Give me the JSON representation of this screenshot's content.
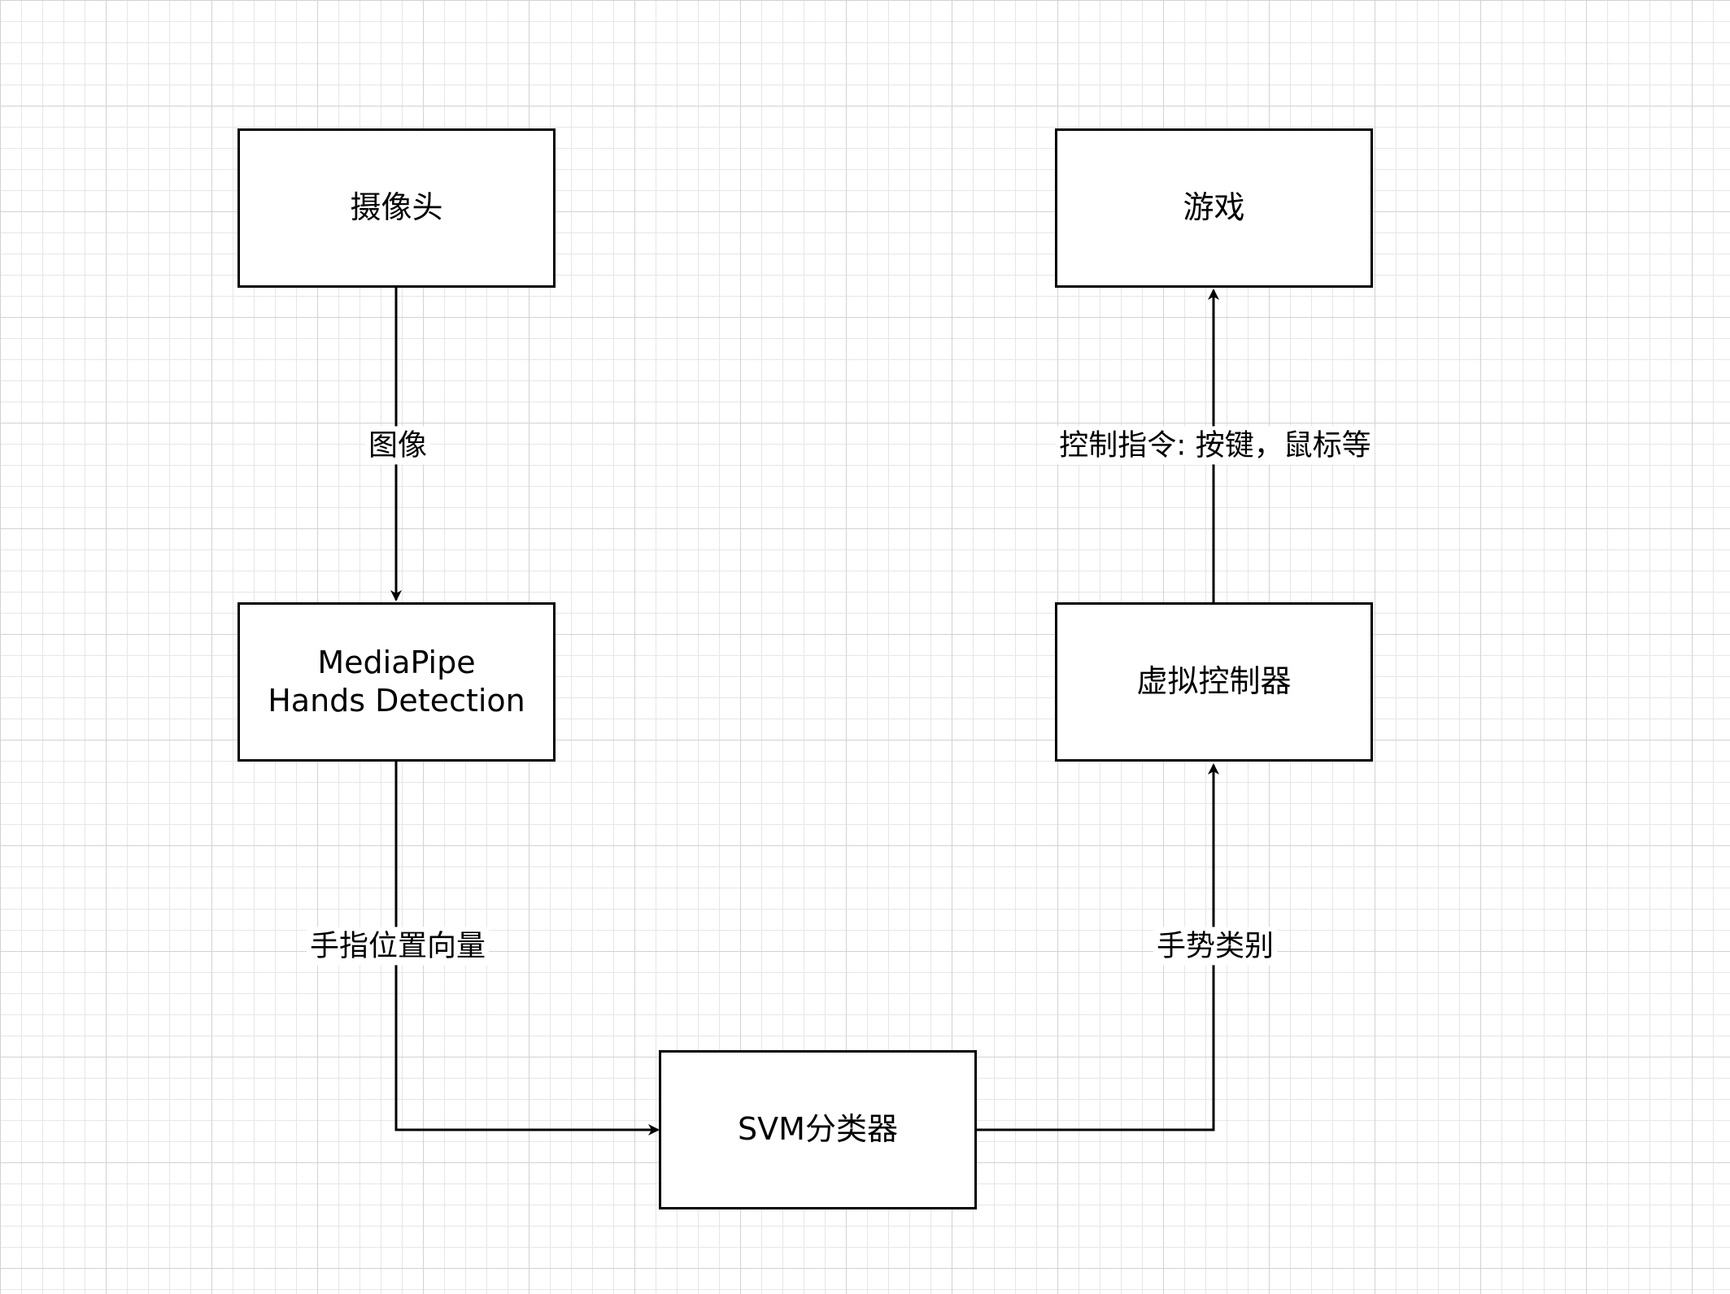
{
  "diagram": {
    "nodes": {
      "camera": "摄像头",
      "game": "游戏",
      "mediapipe": "MediaPipe\nHands Detection",
      "virtual_controller": "虚拟控制器",
      "svm": "SVM分类器"
    },
    "edges": {
      "camera_to_mediapipe": "图像",
      "mediapipe_to_svm": "手指位置向量",
      "svm_to_controller": "手势类别",
      "controller_to_game": "控制指令: 按键，鼠标等"
    },
    "colors": {
      "stroke": "#000000",
      "background": "#ffffff",
      "grid": "#e6e6e6"
    }
  }
}
